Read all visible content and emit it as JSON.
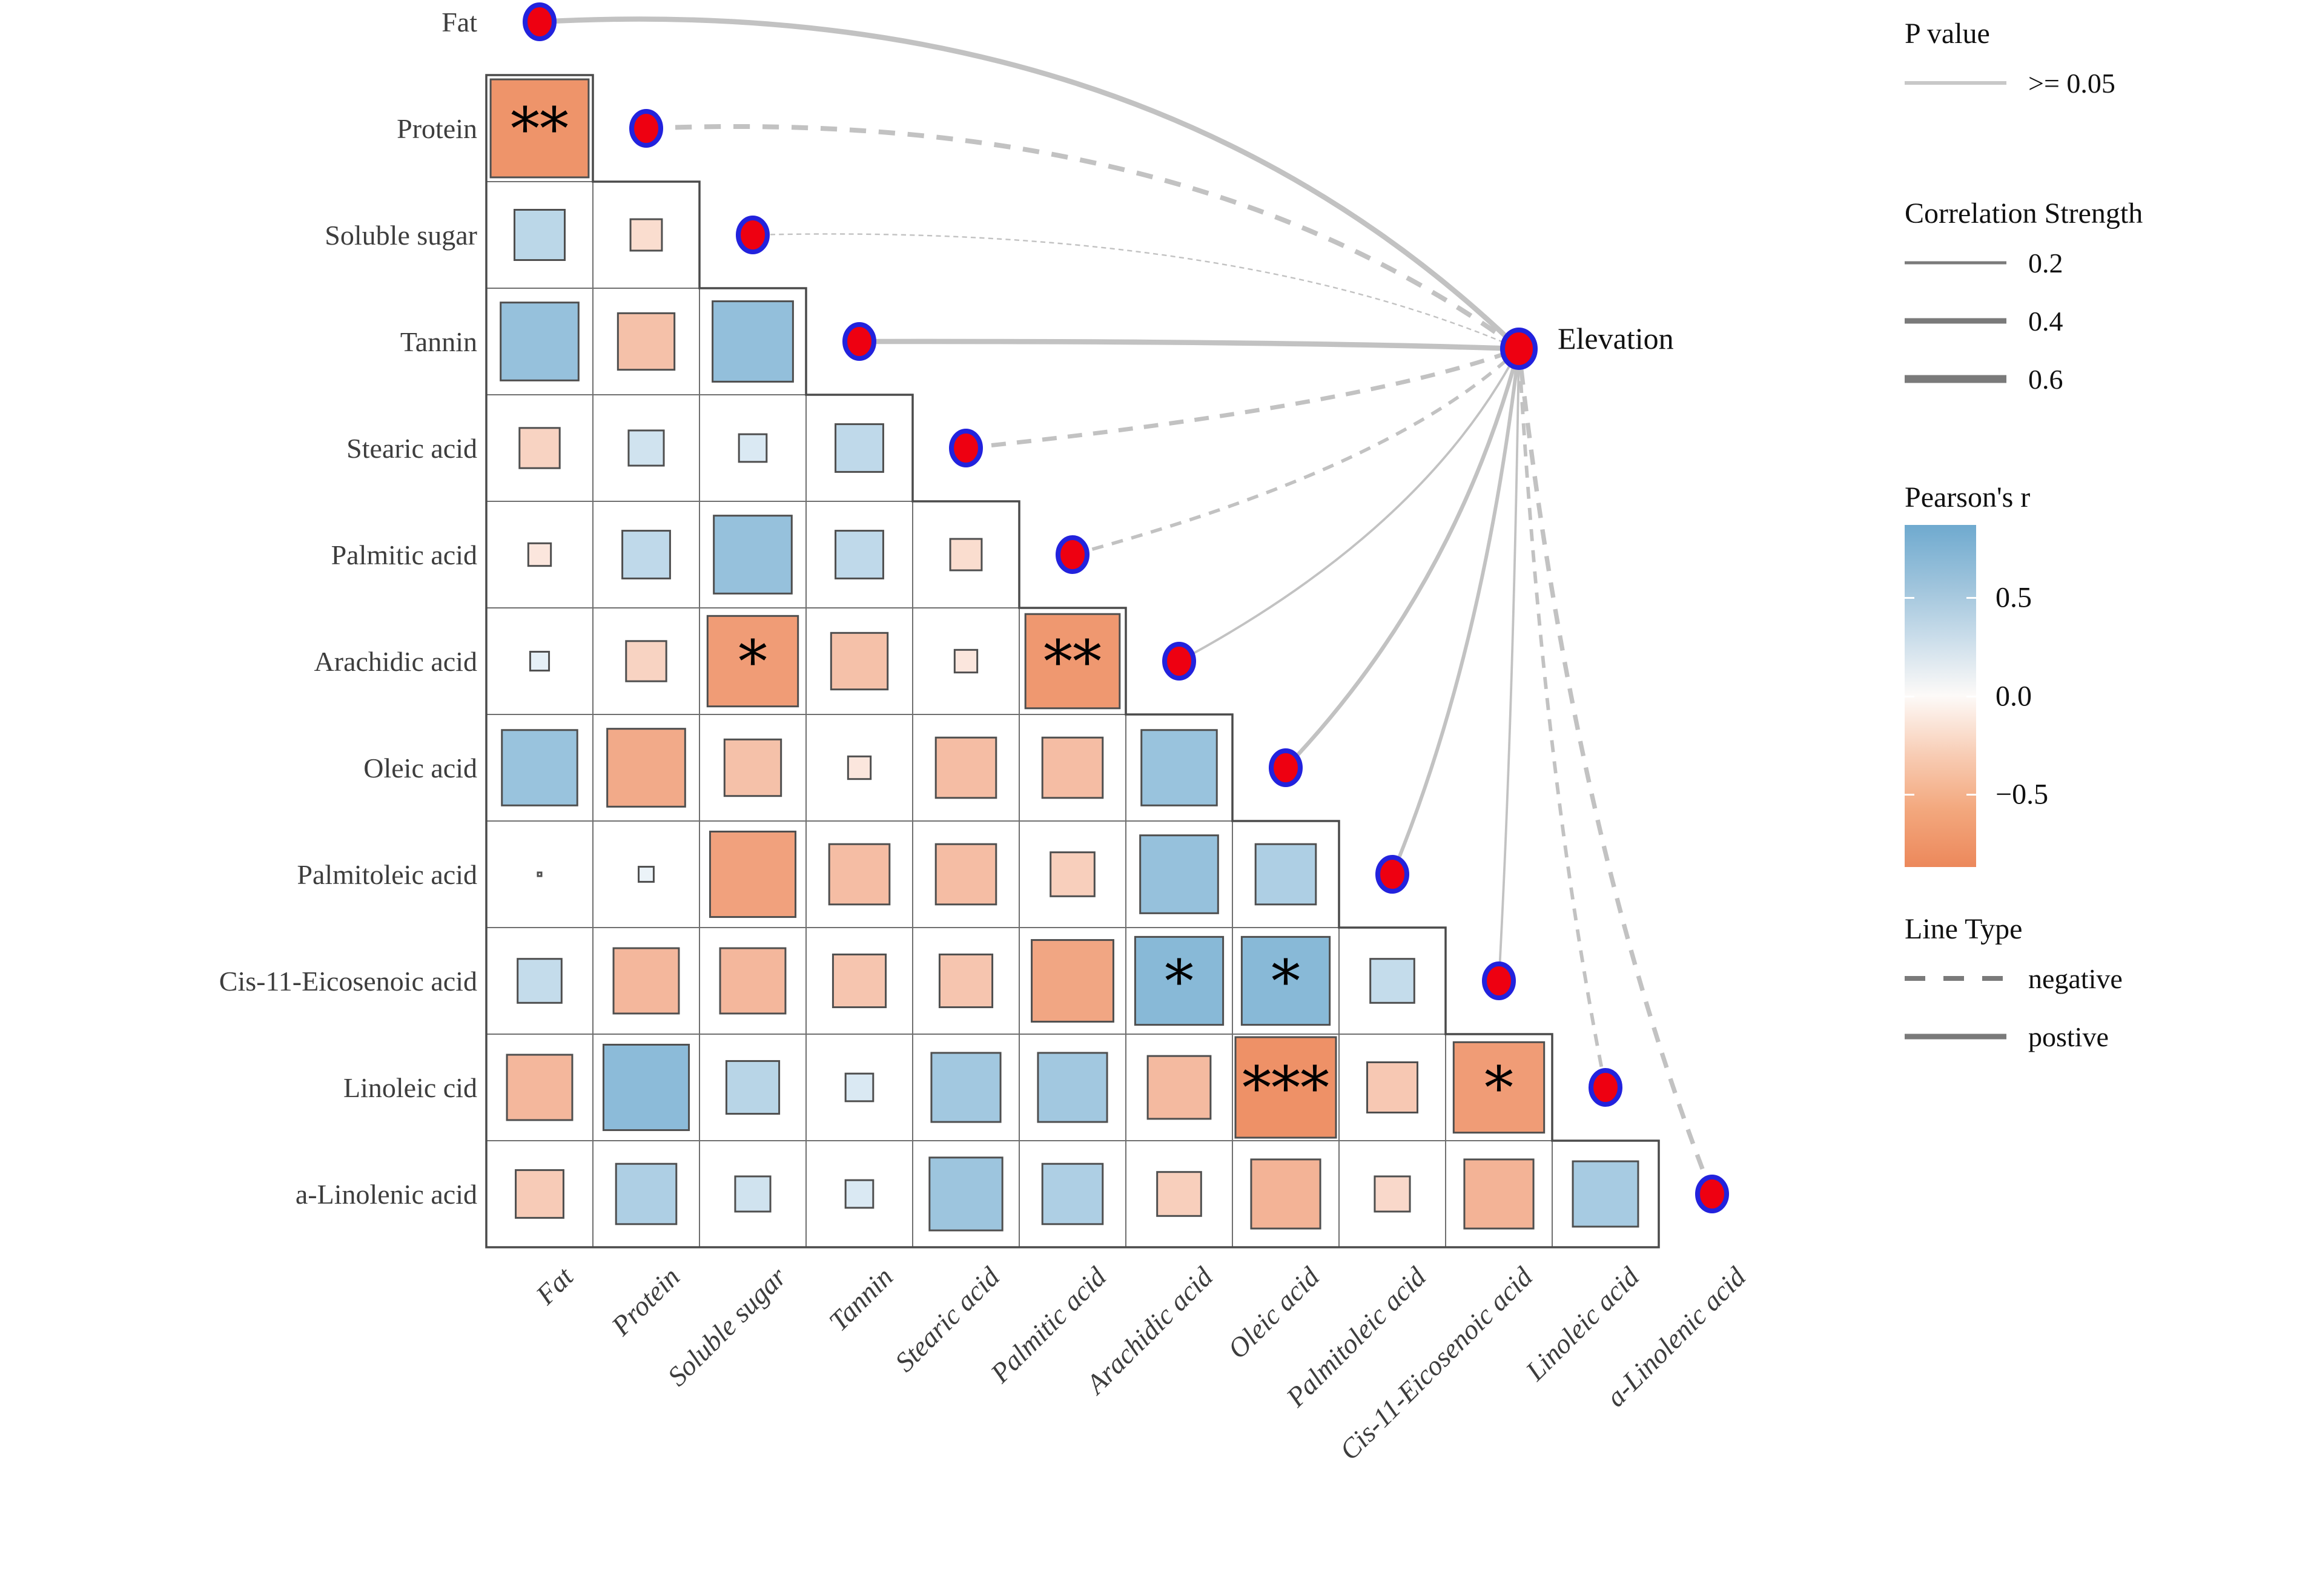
{
  "chart_data": {
    "type": "heatmap",
    "subtype": "lower-triangle correlation matrix with mantel-style network links",
    "row_labels": [
      "Fat",
      "Protein",
      "Soluble sugar",
      "Tannin",
      "Stearic acid",
      "Palmitic acid",
      "Arachidic acid",
      "Oleic acid",
      "Palmitoleic acid",
      "Cis-11-Eicosenoic acid",
      "Linoleic cid",
      "a-Linolenic acid"
    ],
    "col_labels": [
      "Fat",
      "Protein",
      "Soluble sugar",
      "Tannin",
      "Stearic acid",
      "Palmitic acid",
      "Arachidic acid",
      "Oleic acid",
      "Palmitoleic acid",
      "Cis-11-Eicosenoic acid",
      "Linoleic acid",
      "a-Linolenic acid"
    ],
    "cells": [
      {
        "row": 2,
        "col": 1,
        "r": -0.78,
        "sig": "**"
      },
      {
        "row": 3,
        "col": 1,
        "r": 0.4,
        "sig": ""
      },
      {
        "row": 3,
        "col": 2,
        "r": -0.25,
        "sig": ""
      },
      {
        "row": 4,
        "col": 1,
        "r": 0.62,
        "sig": ""
      },
      {
        "row": 4,
        "col": 2,
        "r": -0.45,
        "sig": ""
      },
      {
        "row": 4,
        "col": 3,
        "r": 0.64,
        "sig": ""
      },
      {
        "row": 5,
        "col": 1,
        "r": -0.32,
        "sig": ""
      },
      {
        "row": 5,
        "col": 2,
        "r": 0.28,
        "sig": ""
      },
      {
        "row": 5,
        "col": 3,
        "r": 0.22,
        "sig": ""
      },
      {
        "row": 5,
        "col": 4,
        "r": 0.38,
        "sig": ""
      },
      {
        "row": 6,
        "col": 1,
        "r": -0.18,
        "sig": ""
      },
      {
        "row": 6,
        "col": 2,
        "r": 0.38,
        "sig": ""
      },
      {
        "row": 6,
        "col": 3,
        "r": 0.62,
        "sig": ""
      },
      {
        "row": 6,
        "col": 4,
        "r": 0.38,
        "sig": ""
      },
      {
        "row": 6,
        "col": 5,
        "r": -0.25,
        "sig": ""
      },
      {
        "row": 7,
        "col": 1,
        "r": 0.15,
        "sig": ""
      },
      {
        "row": 7,
        "col": 2,
        "r": -0.32,
        "sig": ""
      },
      {
        "row": 7,
        "col": 3,
        "r": -0.72,
        "sig": "*"
      },
      {
        "row": 7,
        "col": 4,
        "r": -0.45,
        "sig": ""
      },
      {
        "row": 7,
        "col": 5,
        "r": -0.18,
        "sig": ""
      },
      {
        "row": 7,
        "col": 6,
        "r": -0.75,
        "sig": "**"
      },
      {
        "row": 8,
        "col": 1,
        "r": 0.6,
        "sig": ""
      },
      {
        "row": 8,
        "col": 2,
        "r": -0.62,
        "sig": ""
      },
      {
        "row": 8,
        "col": 3,
        "r": -0.45,
        "sig": ""
      },
      {
        "row": 8,
        "col": 4,
        "r": -0.18,
        "sig": ""
      },
      {
        "row": 8,
        "col": 5,
        "r": -0.48,
        "sig": ""
      },
      {
        "row": 8,
        "col": 6,
        "r": -0.48,
        "sig": ""
      },
      {
        "row": 8,
        "col": 7,
        "r": 0.6,
        "sig": ""
      },
      {
        "row": 9,
        "col": 1,
        "r": -0.02,
        "sig": ""
      },
      {
        "row": 9,
        "col": 2,
        "r": 0.12,
        "sig": ""
      },
      {
        "row": 9,
        "col": 3,
        "r": -0.68,
        "sig": ""
      },
      {
        "row": 9,
        "col": 4,
        "r": -0.48,
        "sig": ""
      },
      {
        "row": 9,
        "col": 5,
        "r": -0.48,
        "sig": ""
      },
      {
        "row": 9,
        "col": 6,
        "r": -0.35,
        "sig": ""
      },
      {
        "row": 9,
        "col": 7,
        "r": 0.62,
        "sig": ""
      },
      {
        "row": 9,
        "col": 8,
        "r": 0.48,
        "sig": ""
      },
      {
        "row": 10,
        "col": 1,
        "r": 0.35,
        "sig": ""
      },
      {
        "row": 10,
        "col": 2,
        "r": -0.52,
        "sig": ""
      },
      {
        "row": 10,
        "col": 3,
        "r": -0.52,
        "sig": ""
      },
      {
        "row": 10,
        "col": 4,
        "r": -0.42,
        "sig": ""
      },
      {
        "row": 10,
        "col": 5,
        "r": -0.42,
        "sig": ""
      },
      {
        "row": 10,
        "col": 6,
        "r": -0.65,
        "sig": ""
      },
      {
        "row": 10,
        "col": 7,
        "r": 0.7,
        "sig": "*"
      },
      {
        "row": 10,
        "col": 8,
        "r": 0.7,
        "sig": "*"
      },
      {
        "row": 10,
        "col": 9,
        "r": 0.35,
        "sig": ""
      },
      {
        "row": 11,
        "col": 1,
        "r": -0.52,
        "sig": ""
      },
      {
        "row": 11,
        "col": 2,
        "r": 0.68,
        "sig": ""
      },
      {
        "row": 11,
        "col": 3,
        "r": 0.42,
        "sig": ""
      },
      {
        "row": 11,
        "col": 4,
        "r": 0.22,
        "sig": ""
      },
      {
        "row": 11,
        "col": 5,
        "r": 0.55,
        "sig": ""
      },
      {
        "row": 11,
        "col": 6,
        "r": 0.55,
        "sig": ""
      },
      {
        "row": 11,
        "col": 7,
        "r": -0.5,
        "sig": ""
      },
      {
        "row": 11,
        "col": 8,
        "r": -0.8,
        "sig": "***"
      },
      {
        "row": 11,
        "col": 9,
        "r": -0.4,
        "sig": ""
      },
      {
        "row": 11,
        "col": 10,
        "r": -0.72,
        "sig": "*"
      },
      {
        "row": 12,
        "col": 1,
        "r": -0.38,
        "sig": ""
      },
      {
        "row": 12,
        "col": 2,
        "r": 0.48,
        "sig": ""
      },
      {
        "row": 12,
        "col": 3,
        "r": 0.28,
        "sig": ""
      },
      {
        "row": 12,
        "col": 4,
        "r": 0.22,
        "sig": ""
      },
      {
        "row": 12,
        "col": 5,
        "r": 0.58,
        "sig": ""
      },
      {
        "row": 12,
        "col": 6,
        "r": 0.48,
        "sig": ""
      },
      {
        "row": 12,
        "col": 7,
        "r": -0.35,
        "sig": ""
      },
      {
        "row": 12,
        "col": 8,
        "r": -0.55,
        "sig": ""
      },
      {
        "row": 12,
        "col": 9,
        "r": -0.28,
        "sig": ""
      },
      {
        "row": 12,
        "col": 10,
        "r": -0.55,
        "sig": ""
      },
      {
        "row": 12,
        "col": 11,
        "r": 0.52,
        "sig": ""
      }
    ],
    "network": {
      "node_label": "Elevation",
      "links": [
        {
          "variable": "Fat",
          "line_type": "postive",
          "strength": 0.55,
          "p": ">= 0.05"
        },
        {
          "variable": "Protein",
          "line_type": "negative",
          "strength": 0.5,
          "p": ">= 0.05"
        },
        {
          "variable": "Soluble sugar",
          "line_type": "negative",
          "strength": 0.08,
          "p": ">= 0.05"
        },
        {
          "variable": "Tannin",
          "line_type": "postive",
          "strength": 0.55,
          "p": ">= 0.05"
        },
        {
          "variable": "Stearic acid",
          "line_type": "negative",
          "strength": 0.42,
          "p": ">= 0.05"
        },
        {
          "variable": "Palmitic acid",
          "line_type": "negative",
          "strength": 0.3,
          "p": ">= 0.05"
        },
        {
          "variable": "Arachidic acid",
          "line_type": "postive",
          "strength": 0.15,
          "p": ">= 0.05"
        },
        {
          "variable": "Oleic acid",
          "line_type": "postive",
          "strength": 0.38,
          "p": ">= 0.05"
        },
        {
          "variable": "Palmitoleic acid",
          "line_type": "postive",
          "strength": 0.33,
          "p": ">= 0.05"
        },
        {
          "variable": "Cis-11-Eicosenoic acid",
          "line_type": "postive",
          "strength": 0.15,
          "p": ">= 0.05"
        },
        {
          "variable": "Linoleic cid",
          "line_type": "negative",
          "strength": 0.32,
          "p": ">= 0.05"
        },
        {
          "variable": "a-Linolenic acid",
          "line_type": "negative",
          "strength": 0.45,
          "p": ">= 0.05"
        }
      ]
    },
    "colorbar_range": [
      0.87,
      -0.87
    ],
    "legend_position": "right",
    "grid": "stepped lower-triangle"
  },
  "legend": {
    "pvalue": {
      "title": "P value",
      "items": [
        {
          "label": ">= 0.05"
        }
      ]
    },
    "strength": {
      "title": "Correlation Strength",
      "items": [
        {
          "label": "0.2"
        },
        {
          "label": "0.4"
        },
        {
          "label": "0.6"
        }
      ]
    },
    "pearson": {
      "title": "Pearson's r",
      "ticks": [
        {
          "label": "0.5",
          "value": 0.5
        },
        {
          "label": "0.0",
          "value": 0.0
        },
        {
          "label": "−0.5",
          "value": -0.5
        }
      ]
    },
    "linetype": {
      "title": "Line Type",
      "items": [
        {
          "label": "negative",
          "style": "dashed"
        },
        {
          "label": "postive",
          "style": "solid"
        }
      ]
    }
  },
  "node": {
    "label": "Elevation"
  },
  "colors": {
    "pos_strong": "#6FAACF",
    "neg_strong": "#ED8A5D",
    "link_gray": "#C2C2C2",
    "legend_line_gray": "#7A7A7A",
    "pvalue_line_gray": "#C8C8C8",
    "dot_fill": "#EE0011",
    "dot_ring": "#2222DD",
    "grid_line": "#6F6F6F",
    "square_border": "#4F4F4F",
    "label_text": "#3D3D3D"
  }
}
